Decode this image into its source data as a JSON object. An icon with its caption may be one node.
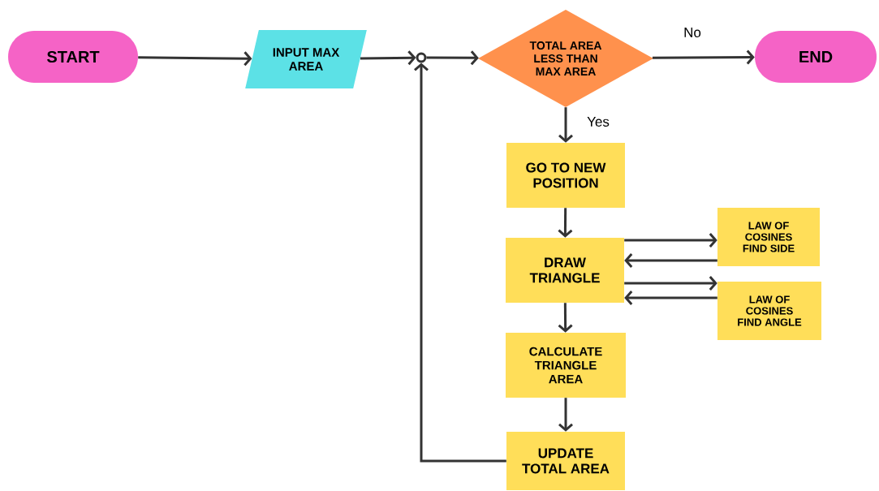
{
  "diagram": {
    "nodes": [
      {
        "text": [
          "START"
        ]
      },
      {
        "text": [
          "INPUT MAX AREA"
        ]
      },
      {
        "text": [],
        "shape": "circle"
      },
      {
        "text": [
          "TOTAL AREA LESS THAN MAX AREA"
        ]
      },
      {
        "text": [
          "END"
        ]
      },
      {
        "text": [
          "GO TO NEW POSITION"
        ]
      },
      {
        "text": [
          "DRAW TRIANGLE"
        ]
      },
      {
        "text": [
          "LAW OF COSINES FIND SIDE"
        ]
      },
      {
        "text": [
          "LAW OF COSINES FIND ANGLE"
        ]
      },
      {
        "text": [
          "CALCULATE TRIANGLE AREA"
        ]
      },
      {
        "text": [
          "UPDATE TOTAL AREA"
        ]
      }
    ],
    "edges": [
      {
        "from": 0,
        "to": 1,
        "arrow": "to"
      },
      {
        "from": 1,
        "to": 2,
        "arrow": "to"
      },
      {
        "from": 2,
        "to": 3,
        "arrow": "to"
      },
      {
        "from": 3,
        "to": 4,
        "arrow": "to",
        "label": "No"
      },
      {
        "from": 3,
        "to": 5,
        "arrow": "to",
        "label": "Yes"
      },
      {
        "from": 5,
        "to": 6,
        "arrow": "to"
      },
      {
        "from": 6,
        "to": 7,
        "arrow": "to"
      },
      {
        "from": 7,
        "to": 6,
        "arrow": "to"
      },
      {
        "from": 6,
        "to": 8,
        "arrow": "to"
      },
      {
        "from": 8,
        "to": 6,
        "arrow": "to"
      },
      {
        "from": 6,
        "to": 9,
        "arrow": "to"
      },
      {
        "from": 9,
        "to": 10,
        "arrow": "to"
      },
      {
        "from": 10,
        "to": 2,
        "arrow": "to"
      }
    ]
  }
}
